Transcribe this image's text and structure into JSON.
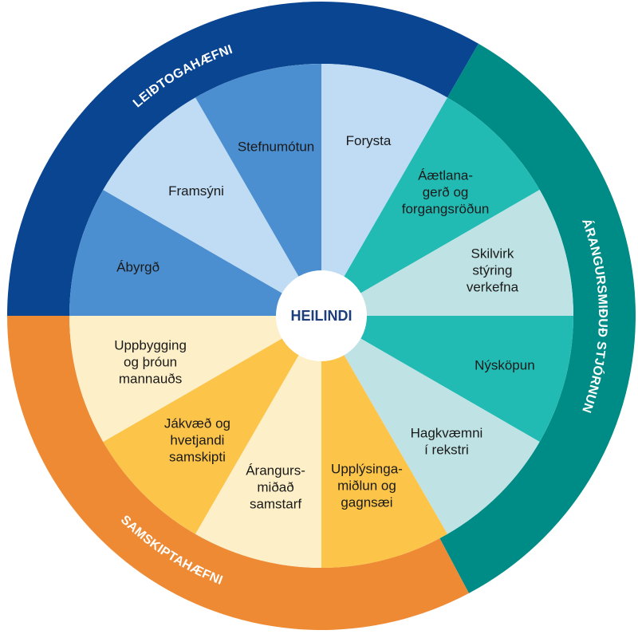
{
  "center": {
    "label": "HEILINDI"
  },
  "rings": [
    {
      "label": "LEIÐTOGAHÆFNI",
      "color": "#0a4592"
    },
    {
      "label": "ÁRANGURSMIÐUÐ STJÓRNUN",
      "color": "#008c86"
    },
    {
      "label": "SAMSKIPTAHÆFNI",
      "color": "#ef8a34"
    }
  ],
  "segments": [
    {
      "label": "Forysta",
      "lines": [
        "Forysta"
      ],
      "color": "#bfdcf4"
    },
    {
      "label": "Áætlanagerð og forgangsröðun",
      "lines": [
        "Áætlana-",
        "gerð og",
        "forgangsröðun"
      ],
      "color": "#22bbb4"
    },
    {
      "label": "Skilvirk stýring verkefna",
      "lines": [
        "Skilvirk",
        "stýring",
        "verkefna"
      ],
      "color": "#bfe3e4"
    },
    {
      "label": "Nýsköpun",
      "lines": [
        "Nýsköpun"
      ],
      "color": "#22bbb4"
    },
    {
      "label": "Hagkvæmni í rekstri",
      "lines": [
        "Hagkvæmni",
        "í rekstri"
      ],
      "color": "#bfe3e4"
    },
    {
      "label": "Upplýsingamiðlun og gagnsæi",
      "lines": [
        "Upplýsinga-",
        "miðlun og",
        "gagnsæi"
      ],
      "color": "#fcc449"
    },
    {
      "label": "Árangursmiðað samstarf",
      "lines": [
        "Árangurs-",
        "miðað",
        "samstarf"
      ],
      "color": "#fdefc7"
    },
    {
      "label": "Jákvæð og hvetjandi samskipti",
      "lines": [
        "Jákvæð og",
        "hvetjandi",
        "samskipti"
      ],
      "color": "#fcc449"
    },
    {
      "label": "Uppbygging og þróun mannauðs",
      "lines": [
        "Uppbygging",
        "og þróun",
        "mannauðs"
      ],
      "color": "#fdefc7"
    },
    {
      "label": "Ábyrgð",
      "lines": [
        "Ábyrgð"
      ],
      "color": "#4b8fd1"
    },
    {
      "label": "Framsýni",
      "lines": [
        "Framsýni"
      ],
      "color": "#bfdcf4"
    },
    {
      "label": "Stefnumótun",
      "lines": [
        "Stefnumótun"
      ],
      "color": "#4b8fd1"
    }
  ]
}
